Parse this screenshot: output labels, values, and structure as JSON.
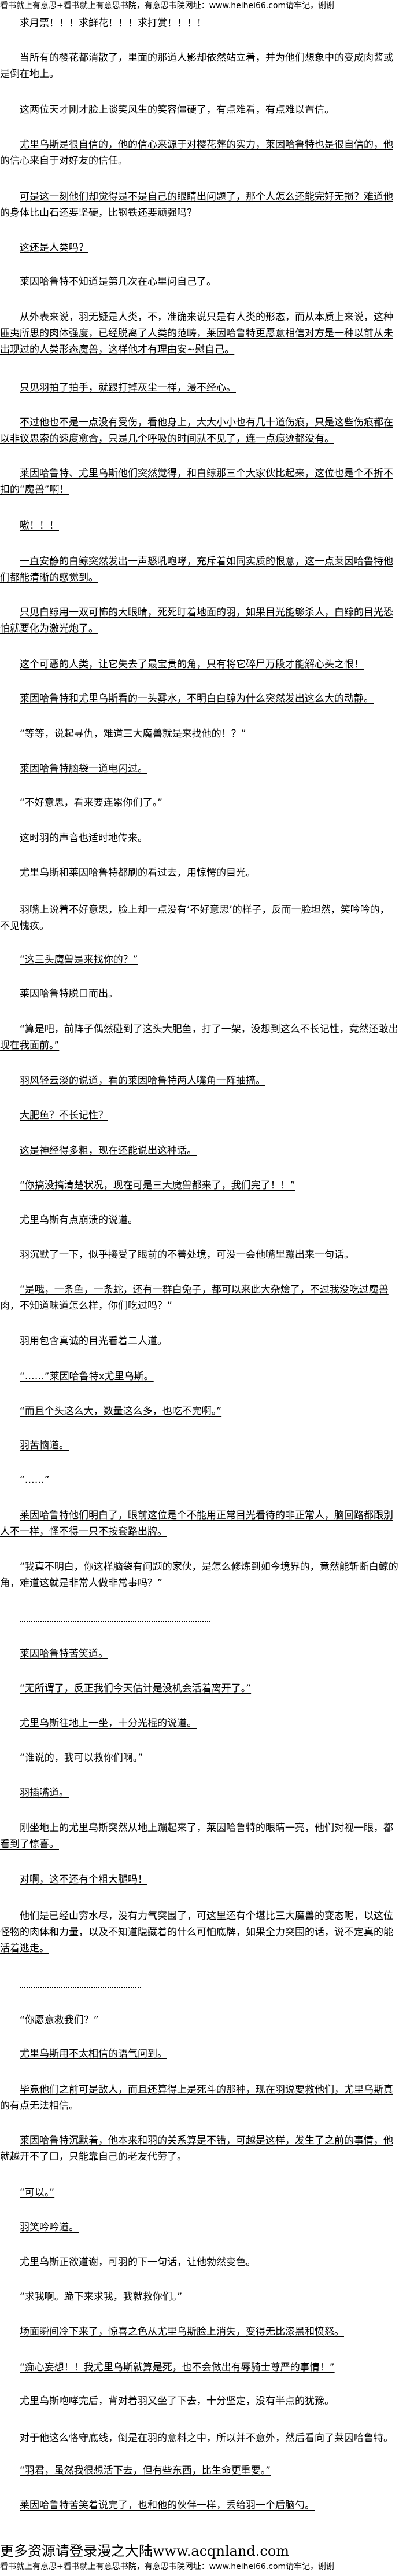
{
  "header_watermark": "看书就上有意思+看书就上有意思书院，有意思书院网址：www.heihei66.com请牢记，谢谢",
  "paras": [
    "求月票！！！求鲜花！！！求打赏！！！！",
    "当所有的樱花都消散了，里面的那道人影却依然站立着，并为他们想象中的变成肉酱或是倒在地上。",
    "这两位天才刚才脸上谈笑风生的笑容僵硬了，有点难看，有点难以置信。",
    "尤里乌斯是很自信的，他的信心来源于对樱花葬的实力，莱因哈鲁特也是很自信的，他的信心来自于对好友的信任。",
    "可是这一刻他们却觉得是不是自己的眼睛出问题了，那个人怎么还能完好无损？难道他的身体比山石还要坚硬，比钢铁还要顽强吗？",
    "这还是人类吗？",
    "莱因哈鲁特不知道是第几次在心里问自己了。",
    "从外表来说，羽无疑是人类，不，准确来说只是有人类的形态，而从本质上来说，这种匪夷所思的肉体强度，已经脱离了人类的范畴，莱因哈鲁特更愿意相信对方是一种以前从未出现过的人类形态魔兽，这样他才有理由安~慰自己。",
    "只见羽拍了拍手，就跟打掉灰尘一样，漫不经心。",
    "不过他也不是一点没有受伤，看他身上，大大小小也有几十道伤痕，只是这些伤痕都在以非议思索的速度愈合，只是几个呼吸的时间就不见了，连一点痕迹都没有。",
    "莱因哈鲁特、尤里乌斯他们突然觉得，和白鲸那三个大家伙比起来，这位也是个不折不扣的“魔兽”啊！",
    "嗷！！！",
    "一直安静的白鲸突然发出一声怒吼咆哮，充斥着如同实质的恨意，这一点莱因哈鲁特他们都能清晰的感觉到。",
    "只见白鲸用一双可怖的大眼睛，死死盯着地面的羽，如果目光能够杀人，白鲸的目光恐怕就要化为激光炮了。",
    "这个可恶的人类，让它失去了最宝贵的角，只有将它碎尸万段才能解心头之恨！",
    "莱因哈鲁特和尤里乌斯看的一头雾水，不明白白鲸为什么突然发出这么大的动静。",
    "“等等，说起寻仇，难道三大魔兽就是来找他的！？”",
    "莱因哈鲁特脑袋一道电闪过。",
    "“不好意思，看来要连累你们了。”",
    "这时羽的声音也适时地传来。",
    "尤里乌斯和莱因哈鲁特都刷的看过去，用惊愕的目光。",
    "羽嘴上说着不好意思，脸上却一点没有‘不好意思’的样子，反而一脸坦然，笑吟吟的，不见愧疚。",
    "“这三头魔兽是来找你的？”",
    "莱因哈鲁特脱口而出。",
    "“算是吧，前阵子偶然碰到了这头大肥鱼，打了一架，没想到这么不长记性，竟然还敢出现在我面前。”",
    "羽风轻云淡的说道，看的莱因哈鲁特两人嘴角一阵抽搐。",
    "大肥鱼？不长记性？",
    "这是神经得多粗，现在还能说出这种话。",
    "“你搞没搞清楚状况，现在可是三大魔兽都来了，我们完了！！”",
    "尤里乌斯有点崩溃的说道。",
    "羽沉默了一下，似乎接受了眼前的不善处境，可没一会他嘴里蹦出来一句话。",
    "“是哦，一条鱼，一条蛇，还有一群白兔子，都可以来此大杂烩了，不过我没吃过魔兽肉，不知道味道怎么样，你们吃过吗？”",
    "羽用包含真诚的目光看着二人道。",
    "“……”莱因哈鲁特x尤里乌斯。",
    "“而且个头这么大，数量这么多，也吃不完啊。”",
    "羽苦恼道。",
    "“……”",
    "莱因哈鲁特他们明白了，眼前这位是个不能用正常目光看待的非正常人，脑回路都跟别人不一样，怪不得一只不按套路出牌。",
    "“我真不明白，你这样脑袋有问题的家伙，是怎么修炼到如今境界的，竟然能斩断白鲸的角，难道这就是非常人做非常事吗？”",
    "莱因哈鲁特苦笑道。",
    "“无所谓了，反正我们今天估计是没机会活着离开了。”",
    "尤里乌斯往地上一坐，十分光棍的说道。",
    "“谁说的，我可以救你们啊。”",
    "羽插嘴道。",
    "刚坐地上的尤里乌斯突然从地上蹦起来了，莱因哈鲁特的眼睛一亮，他们对视一眼，都看到了惊喜。",
    "对啊，这不还有个粗大腿吗！",
    "他们是已经山穷水尽，没有力气突围了，可这里还有个堪比三大魔兽的变态呢，以这位怪物的肉体和力量，以及不知道隐藏着的什么可怕底牌，如果全力突围的话，说不定真的能活着逃走。",
    "“你愿意救我们？”",
    "尤里乌斯用不太相信的语气问到。",
    "毕竟他们之前可是敌人，而且还算得上是死斗的那种，现在羽说要救他们，尤里乌斯真的有点无法相信。",
    "莱因哈鲁特沉默着，他本来和羽的关系算是不错，可越是这样，发生了之前的事情，他就越开不了口，只能靠自己的老友代劳了。",
    "“可以。”",
    "羽笑吟吟道。",
    "尤里乌斯正欲道谢，可羽的下一句话，让他勃然变色。",
    "“求我啊。跪下来求我，我就救你们。”",
    "场面瞬间冷下来了，惊喜之色从尤里乌斯脸上消失，变得无比漆黑和愤怒。",
    "“痴心妄想！！我尤里乌斯就算是死，也不会做出有辱骑士尊严的事情！”",
    "尤里乌斯咆哮完后，背对着羽又坐了下去，十分坚定，没有半点的犹豫。",
    "对于他这么恪守底线，倒是在羽的意料之中，所以并不意外，然后看向了莱因哈鲁特。",
    "“羽君，虽然我很想活下去，但有些东西，比生命更重要。”",
    "莱因哈鲁特苦笑着说完了，也和他的伙伴一样，丢给羽一个后脑勺。"
  ],
  "promo": "更多资源请登录漫之大陆www.acqnland.com",
  "footer_watermark": "看书就上有意思+看书就上有意思书院，有意思书院网址：www.heihei66.com请牢记，谢谢"
}
